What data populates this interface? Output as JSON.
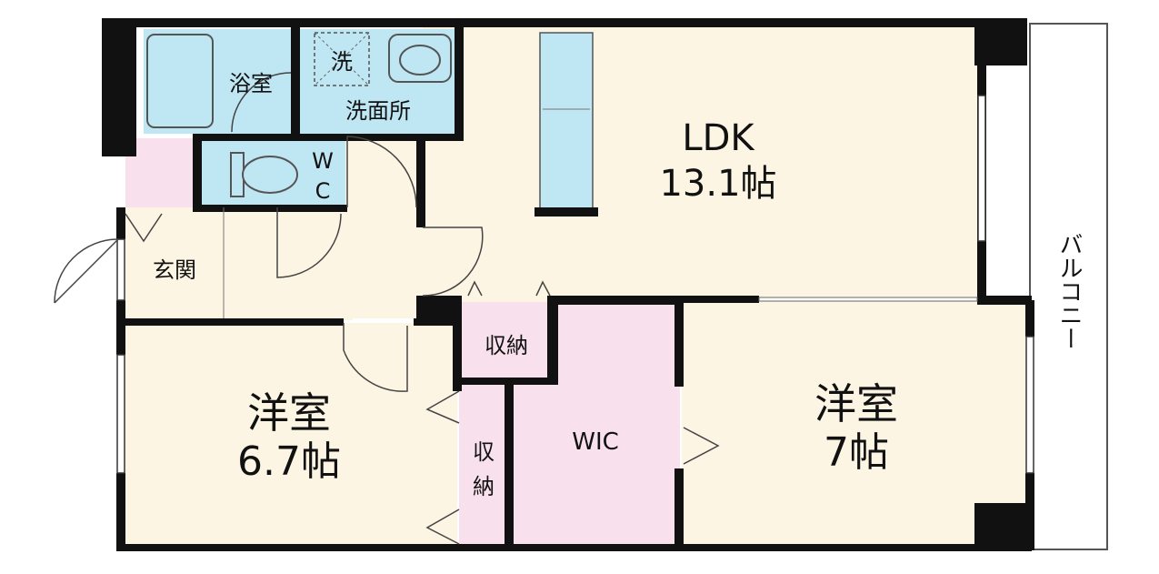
{
  "colors": {
    "floor": "#fdf5e3",
    "wet": "#bfe6f3",
    "closet": "#f8e1ec",
    "wall": "#111111",
    "balcony": "#ffffff"
  },
  "rooms": {
    "ldk": {
      "name": "LDK",
      "size": "13.1帖"
    },
    "western_left": {
      "name": "洋室",
      "size": "6.7帖"
    },
    "western_right": {
      "name": "洋室",
      "size": "7帖"
    },
    "bath": {
      "name": "浴室"
    },
    "washroom": {
      "name": "洗面所"
    },
    "washer": {
      "name": "洗"
    },
    "wc": {
      "line1": "W",
      "line2": "C"
    },
    "entrance": {
      "name": "玄関"
    },
    "storage_top": {
      "name": "収納"
    },
    "storage_side": {
      "line1": "収",
      "line2": "納"
    },
    "wic": {
      "name": "WIC"
    },
    "balcony": {
      "name": "バルコニー"
    }
  }
}
